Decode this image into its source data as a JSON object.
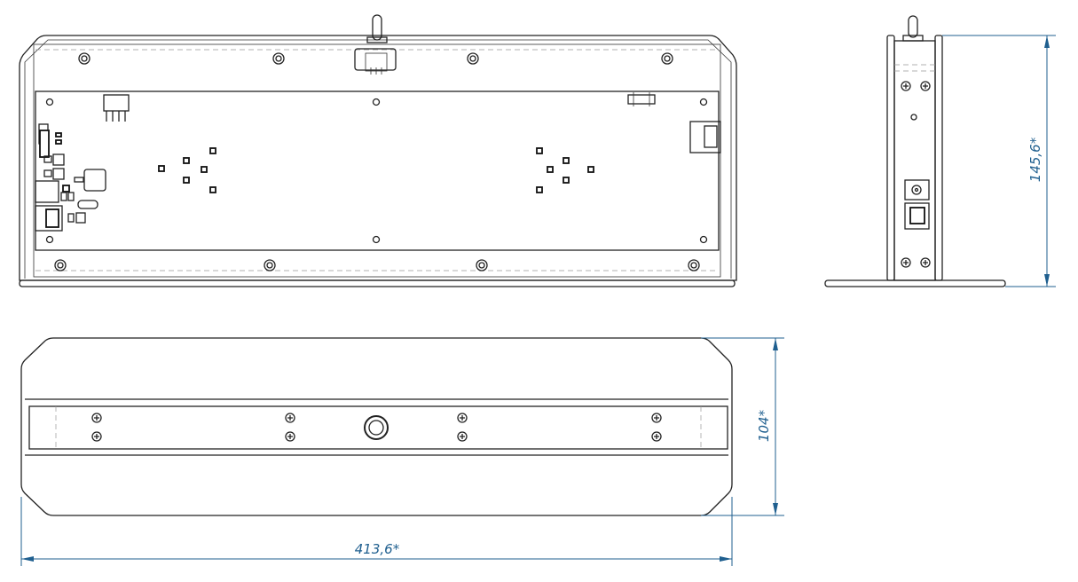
{
  "drawing": {
    "dimensions": {
      "height": "145,6*",
      "depth": "104*",
      "width": "413,6*"
    },
    "colors": {
      "line": "#222222",
      "dimension": "#1f5f8f"
    }
  }
}
